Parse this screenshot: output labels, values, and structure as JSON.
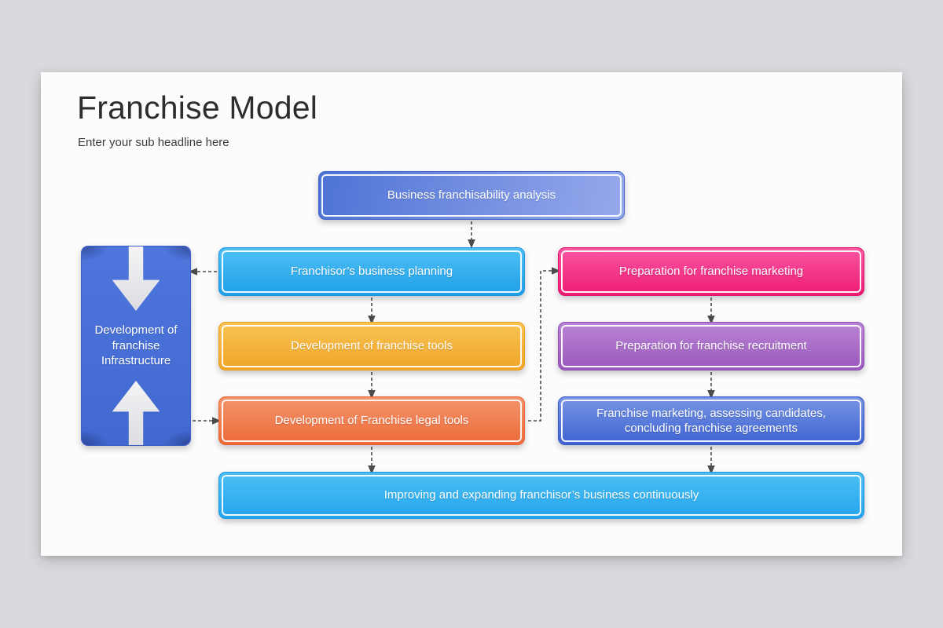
{
  "background": {
    "page": "#d9dadd",
    "slide": "#fcfcfc"
  },
  "header": {
    "title": "Franchise Model",
    "subtitle": "Enter your sub headline here"
  },
  "diagram": {
    "connector_color": "#4b4b4b",
    "nodes": {
      "analysis": {
        "label": "Business franchisability analysis",
        "c1": "#4e73d5",
        "c2": "#96a9eb",
        "dir": "100deg",
        "border": "#3f63c9"
      },
      "infrastructure": {
        "label": "Development of franchise Infrastructure",
        "c1": "#4f76dc",
        "c2": "#4168cf",
        "dir": "180deg",
        "border": "#3a5ec4"
      },
      "planning": {
        "label": "Franchisor’s business planning",
        "c1": "#4fc0f4",
        "c2": "#1e9fe8",
        "dir": "180deg",
        "border": "#1b93e0"
      },
      "tools": {
        "label": "Development of franchise tools",
        "c1": "#f8c453",
        "c2": "#f0a427",
        "dir": "180deg",
        "border": "#ec9f18"
      },
      "legal": {
        "label": "Development of Franchise legal tools",
        "c1": "#f3946c",
        "c2": "#ed6a38",
        "dir": "180deg",
        "border": "#e66430"
      },
      "marketing": {
        "label": "Preparation for franchise marketing",
        "c1": "#f957a3",
        "c2": "#ee1b72",
        "dir": "180deg",
        "border": "#e21168"
      },
      "recruitment": {
        "label": "Preparation for franchise recruitment",
        "c1": "#ba84d4",
        "c2": "#9a58bc",
        "dir": "180deg",
        "border": "#8f4eb2"
      },
      "agreements": {
        "label": "Franchise marketing, assessing candidates, concluding franchise agreements",
        "c1": "#7795e3",
        "c2": "#3e62d2",
        "dir": "180deg",
        "border": "#3556c3"
      },
      "improving": {
        "label": "Improving and expanding franchisor’s business continuously",
        "c1": "#4cc0f5",
        "c2": "#24a5ec",
        "dir": "180deg",
        "border": "#1a97e2"
      }
    }
  }
}
